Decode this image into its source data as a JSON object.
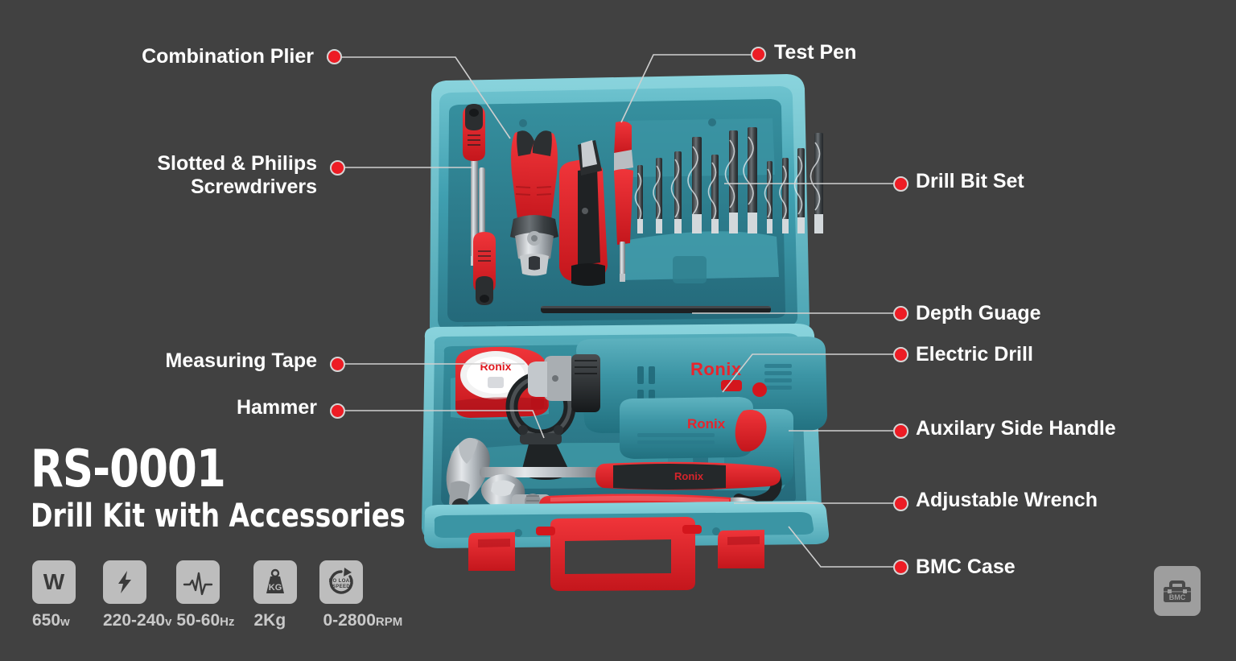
{
  "theme": {
    "background": "#414141",
    "marker_fill": "#ee1c25",
    "marker_ring": "#d5d5d5",
    "leader_line": "#cfcfcf",
    "text": "#ffffff",
    "spec_icon_bg": "#bdbdbd",
    "spec_text": "#c9c9c9",
    "case_teal": "#3d9aa8",
    "accent_red": "#e8242c"
  },
  "product": {
    "model": "RS-0001",
    "subtitle": "Drill Kit with Accessories"
  },
  "specs": [
    {
      "icon": "watt-icon",
      "value": "650",
      "unit": "w"
    },
    {
      "icon": "voltage-icon",
      "value": "220-240",
      "unit": "v"
    },
    {
      "icon": "frequency-icon",
      "value": "50-60",
      "unit": "Hz"
    },
    {
      "icon": "weight-icon",
      "value": "2",
      "unit": "Kg"
    },
    {
      "icon": "no-load-speed-icon",
      "value": "0-2800",
      "unit": "RPM"
    }
  ],
  "spec_icon_text": {
    "watt": "W",
    "kg": "KG",
    "no_load": "NO LOAD",
    "speed": "SPEED"
  },
  "badge": {
    "icon": "toolbox-icon",
    "label": "BMC"
  },
  "callouts": [
    {
      "id": "combination-plier",
      "label": "Combination Plier",
      "side": "left"
    },
    {
      "id": "test-pen",
      "label": "Test Pen",
      "side": "right"
    },
    {
      "id": "slotted-philips",
      "label": "Slotted & Philips\nScrewdrivers",
      "side": "left"
    },
    {
      "id": "drill-bit-set",
      "label": "Drill Bit Set",
      "side": "right"
    },
    {
      "id": "depth-guage",
      "label": "Depth Guage",
      "side": "right"
    },
    {
      "id": "measuring-tape",
      "label": "Measuring Tape",
      "side": "left"
    },
    {
      "id": "electric-drill",
      "label": "Electric Drill",
      "side": "right"
    },
    {
      "id": "hammer",
      "label": "Hammer",
      "side": "left"
    },
    {
      "id": "auxilary-side-handle",
      "label": "Auxilary Side Handle",
      "side": "right"
    },
    {
      "id": "adjustable-wrench",
      "label": "Adjustable Wrench",
      "side": "right"
    },
    {
      "id": "bmc-case",
      "label": "BMC Case",
      "side": "right"
    }
  ],
  "product_image": {
    "brand_on_tools": "Ronix",
    "description": "Open blue-teal BMC tool case, upper tray with screwdrivers, combination plier, utility knife, test pen, 11 drill bits and depth gauge rod; lower tray with measuring tape, electric impact drill, auxiliary side handle, claw hammer and adjustable wrench; red latches and red carry handle."
  }
}
